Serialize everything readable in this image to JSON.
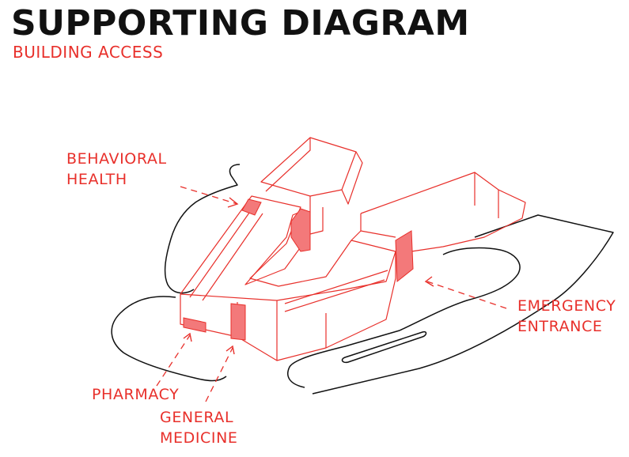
{
  "header": {
    "title": "SUPPORTING DIAGRAM",
    "subtitle": "BUILDING ACCESS"
  },
  "labels": {
    "behavioral_health": [
      "BEHAVIORAL",
      "HEALTH"
    ],
    "emergency_entrance": [
      "EMERGENCY",
      "ENTRANCE"
    ],
    "pharmacy": [
      "PHARMACY"
    ],
    "general_medicine": [
      "GENERAL",
      "MEDICINE"
    ]
  },
  "colors": {
    "accent": "#e8302b",
    "entrance_fill": "#f3797a",
    "road": "#111111",
    "text": "#111111"
  }
}
